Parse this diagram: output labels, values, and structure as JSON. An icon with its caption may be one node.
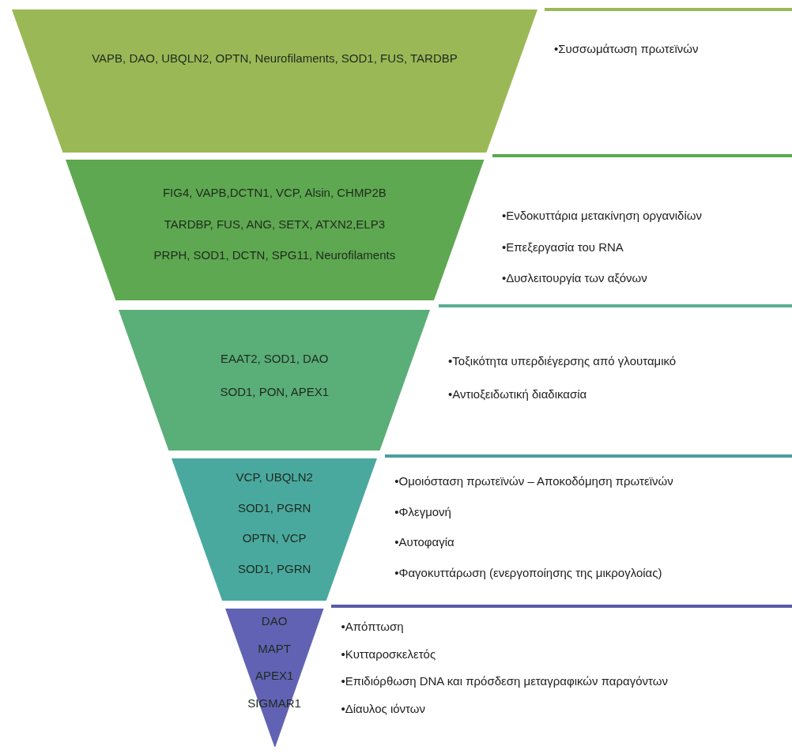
{
  "diagram": {
    "nodes": [
      {
        "text": [
          "VAPB, DAO, UBQLN2, OPTN, Neurofilaments, SOD1, FUS, TARDBP"
        ]
      },
      {
        "text": [
          "•Συσσωμάτωση πρωτεϊνών"
        ]
      },
      {
        "text": [
          "FIG4, VAPB,DCTN1, VCP, Alsin, CHMP2B",
          "TARDBP, FUS, ANG, SETX, ATXN2,ELP3",
          "PRPH, SOD1, DCTN, SPG11, Neurofilaments"
        ]
      },
      {
        "text": [
          "•Ενδοκυττάρια μετακίνηση οργανιδίων",
          "•Επεξεργασία του RNA",
          "•Δυσλειτουργία των αξόνων"
        ]
      },
      {
        "text": [
          "EAAT2, SOD1, DAO",
          "SOD1, PON, APEX1"
        ]
      },
      {
        "text": [
          "•Τοξικότητα υπερδιέγερσης από γλουταμικό",
          "•Αντιοξειδωτική διαδικασία"
        ]
      },
      {
        "text": [
          "VCP, UBQLN2",
          "SOD1, PGRN",
          "OPTN, VCP",
          "SOD1, PGRN"
        ]
      },
      {
        "text": [
          "•Ομοιόσταση πρωτεϊνών – Αποκοδόμηση πρωτεϊνών",
          "•Φλεγμονή",
          "•Αυτοφαγία",
          "•Φαγοκυττάρωση (ενεργοποίησης της μικρογλοίας)"
        ]
      },
      {
        "text": [
          "DAO",
          "MAPT",
          "APEX1",
          "SIGMAR1"
        ]
      },
      {
        "text": [
          "•Απόπτωση",
          "•Κυτταροσκελετός",
          "•Επιδιόρθωση DNA και πρόσδεση μεταγραφικών παραγόντων",
          "•Δίαυλος ιόντων"
        ]
      }
    ]
  }
}
